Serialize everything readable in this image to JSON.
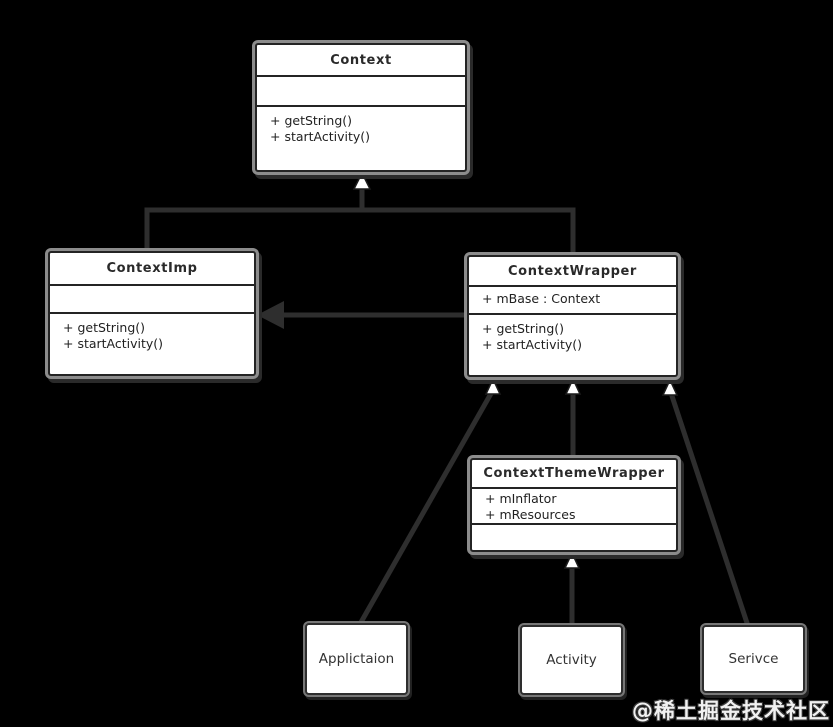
{
  "diagram": {
    "type": "uml-class-diagram",
    "classes": [
      {
        "name": "Context",
        "fields": [],
        "methods": [
          "+ getString()",
          "+ startActivity()"
        ]
      },
      {
        "name": "ContextImp",
        "fields": [],
        "methods": [
          "+ getString()",
          "+ startActivity()"
        ]
      },
      {
        "name": "ContextWrapper",
        "fields": [
          "+ mBase : Context"
        ],
        "methods": [
          "+ getString()",
          "+ startActivity()"
        ]
      },
      {
        "name": "ContextThemeWrapper",
        "fields": [
          "+ mInflator",
          "+ mResources"
        ],
        "methods": []
      },
      {
        "name": "Applictaion",
        "fields": [],
        "methods": []
      },
      {
        "name": "Activity",
        "fields": [],
        "methods": []
      },
      {
        "name": "Serivce",
        "fields": [],
        "methods": []
      }
    ],
    "relations": [
      {
        "from": "ContextImp",
        "to": "Context",
        "type": "generalization"
      },
      {
        "from": "ContextWrapper",
        "to": "Context",
        "type": "generalization"
      },
      {
        "from": "ContextWrapper",
        "to": "ContextImp",
        "type": "association"
      },
      {
        "from": "ContextThemeWrapper",
        "to": "ContextWrapper",
        "type": "generalization"
      },
      {
        "from": "Applictaion",
        "to": "ContextWrapper",
        "type": "generalization"
      },
      {
        "from": "Serivce",
        "to": "ContextWrapper",
        "type": "generalization"
      },
      {
        "from": "Activity",
        "to": "ContextThemeWrapper",
        "type": "generalization"
      }
    ],
    "colors": {
      "background": "#000000",
      "box_fill": "#ffffff",
      "box_border": "#242424",
      "box_outline": "#8c8c8c",
      "line": "#2e2e2e",
      "text": "#1f1f1f",
      "arrow_fill": "#ffffff"
    }
  },
  "watermark": {
    "text": "@稀土掘金技术社区"
  }
}
